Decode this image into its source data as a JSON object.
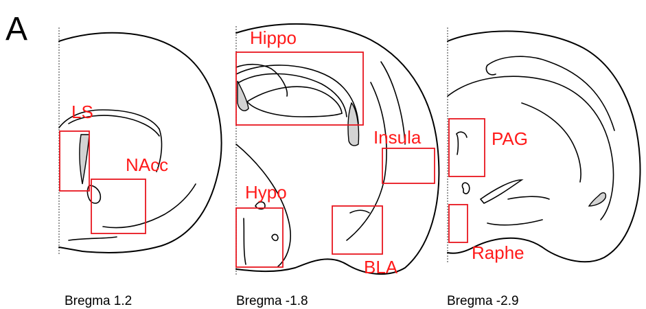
{
  "panel_letter": "A",
  "sections": [
    {
      "caption": "Bregma 1.2",
      "regions": [
        "LS",
        "NAcc"
      ]
    },
    {
      "caption": "Bregma -1.8",
      "regions": [
        "Hippo",
        "Insula",
        "Hypo",
        "BLA"
      ]
    },
    {
      "caption": "Bregma -2.9",
      "regions": [
        "PAG",
        "Raphe"
      ]
    }
  ],
  "colors": {
    "roi": "#e8141d",
    "ventricle": "#d3d3d3",
    "outline": "#000000"
  }
}
